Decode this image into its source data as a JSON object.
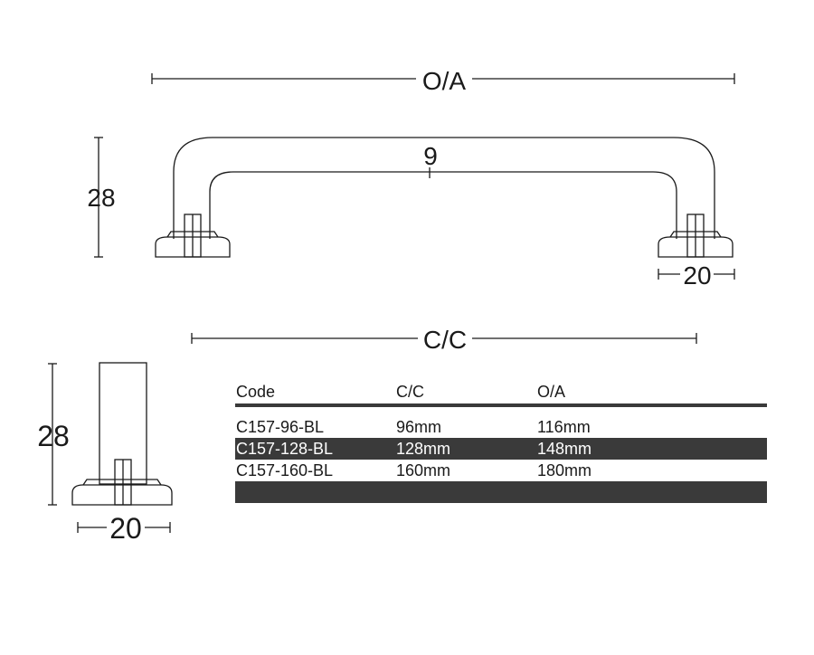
{
  "dimensions": {
    "overall": "O/A",
    "center": "C/C",
    "front_thickness": "9",
    "front_height": "28",
    "front_foot_width": "20",
    "side_height": "28",
    "side_foot_width": "20"
  },
  "table": {
    "headers": {
      "code": "Code",
      "cc": "C/C",
      "oa": "O/A"
    },
    "rows": [
      {
        "code": "C157-96-BL",
        "cc": "96mm",
        "oa": "116mm",
        "shaded": false
      },
      {
        "code": "C157-128-BL",
        "cc": "128mm",
        "oa": "148mm",
        "shaded": true
      },
      {
        "code": "C157-160-BL",
        "cc": "160mm",
        "oa": "180mm",
        "shaded": false
      },
      {
        "code": "",
        "cc": "",
        "oa": "",
        "shaded": true
      }
    ]
  },
  "colors": {
    "line": "#1a1a1a",
    "shade": "#3a3a3a",
    "background": "#ffffff"
  }
}
